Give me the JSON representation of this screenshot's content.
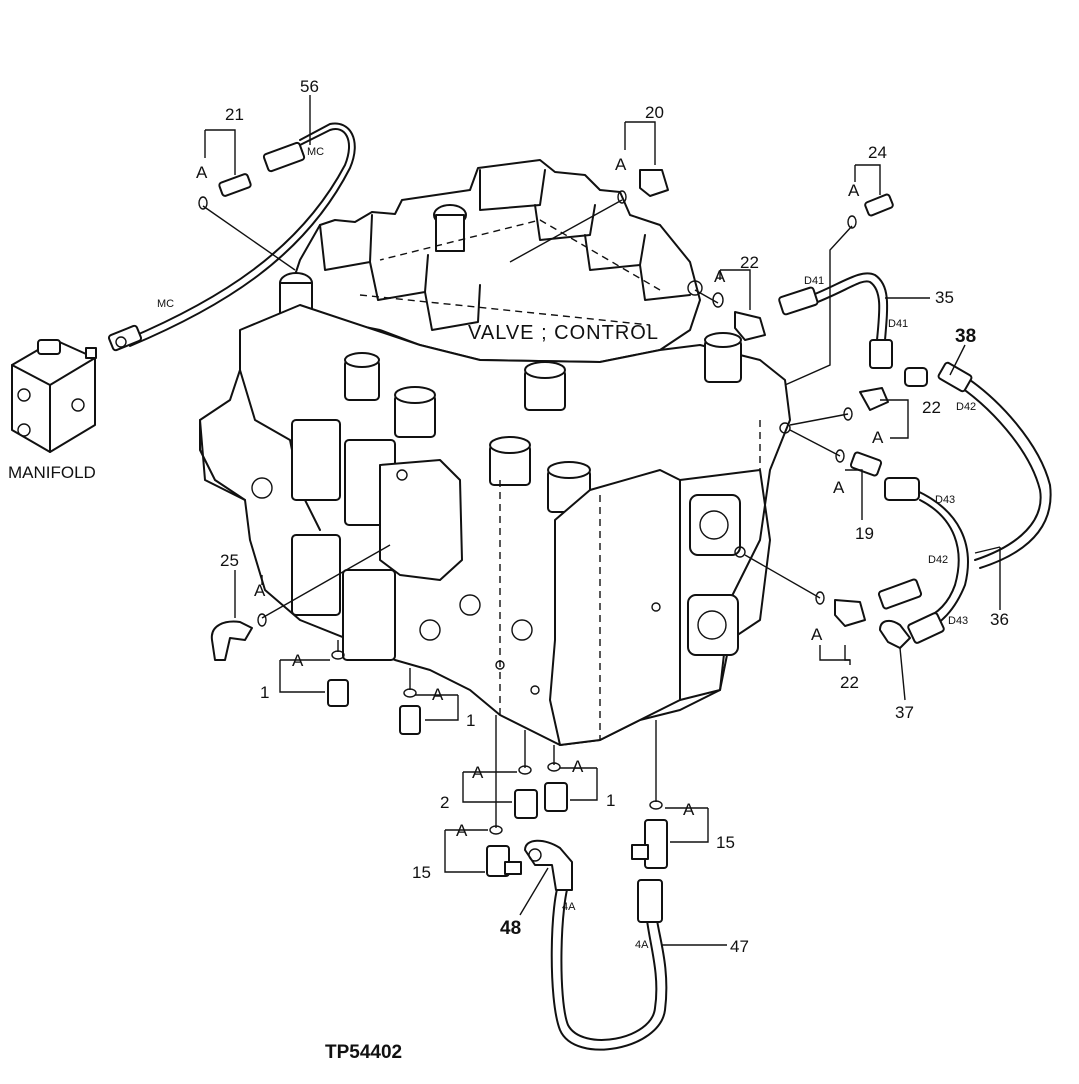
{
  "title": "VALVE ; CONTROL",
  "manifold_label": "MANIFOLD",
  "figure_id": "TP54402",
  "seal_mark": "A",
  "hose_codes": {
    "mc": "MC",
    "d41": "D41",
    "d42": "D42",
    "d43": "D43",
    "fa": "4A"
  },
  "callouts": {
    "c1": "1",
    "c2": "2",
    "c15": "15",
    "c19": "19",
    "c20": "20",
    "c21": "21",
    "c22": "22",
    "c24": "24",
    "c25": "25",
    "c35": "35",
    "c36": "36",
    "c37": "37",
    "c38": "38",
    "c47": "47",
    "c48": "48",
    "c56": "56"
  }
}
